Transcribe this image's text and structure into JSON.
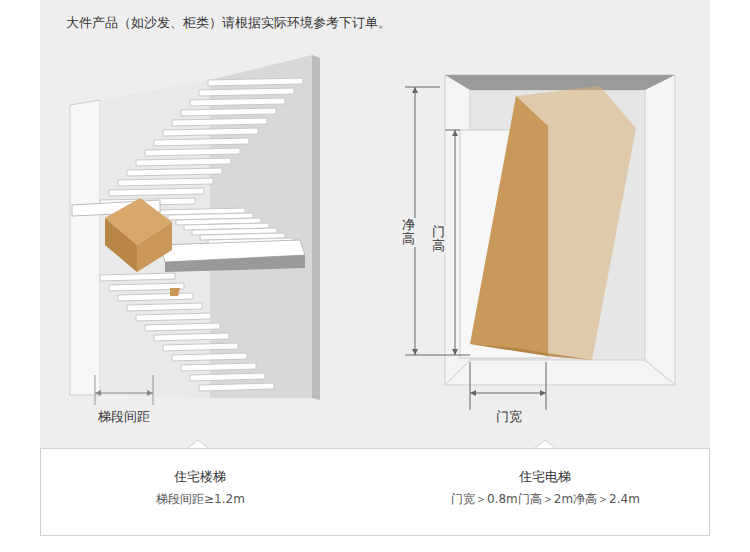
{
  "diagram": {
    "title": "大件产品（如沙发、柜类）请根据实际环境参考下订单。",
    "nodes": [
      {
        "text": [
          "住宅楼梯",
          "梯段间距≥1.2m"
        ]
      },
      {
        "text": [
          "住宅电梯",
          "门宽＞0.8m门高＞2m净高＞2.4m"
        ]
      }
    ],
    "labels": [
      "梯段间距",
      "净高",
      "门高",
      "门宽"
    ]
  }
}
